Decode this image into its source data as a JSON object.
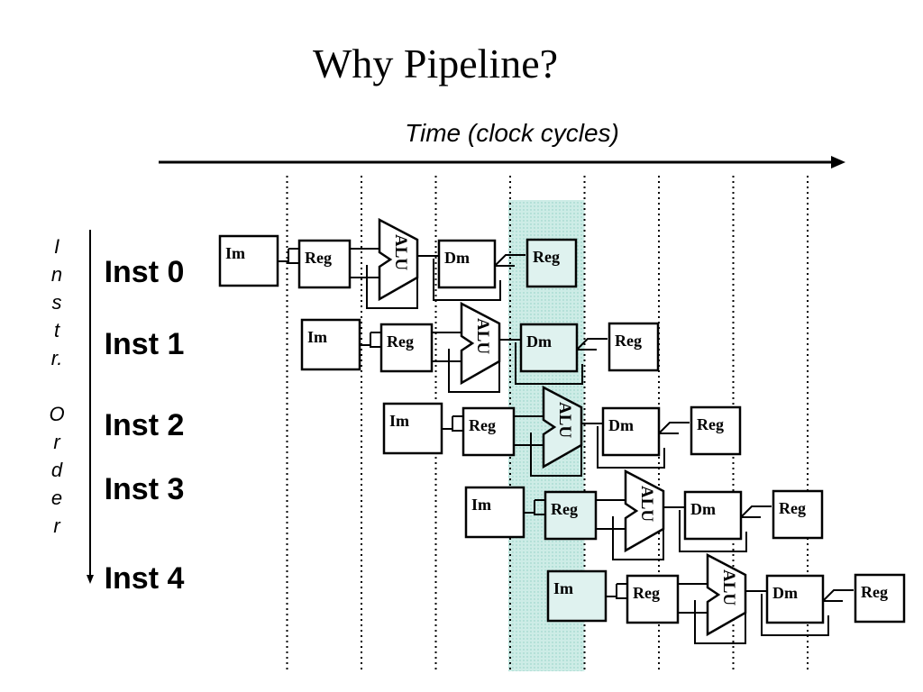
{
  "title": "Why Pipeline?",
  "time_axis_label": "Time (clock cycles)",
  "vertical_label": [
    "I",
    "n",
    "s",
    "t",
    "r.",
    "",
    "O",
    "r",
    "d",
    "e",
    "r"
  ],
  "stage_labels": {
    "imem": "Im",
    "reg": "Reg",
    "alu": "ALU",
    "dmem": "Dm",
    "wb": "Reg"
  },
  "instructions": [
    {
      "label": "Inst 0"
    },
    {
      "label": "Inst 1"
    },
    {
      "label": "Inst 2"
    },
    {
      "label": "Inst 3"
    },
    {
      "label": "Inst 4"
    }
  ],
  "highlighted_cycle": 4,
  "colors": {
    "highlight_fill": "#c8ebe4",
    "highlight_box": "#dff2ef",
    "ink": "#000000"
  }
}
